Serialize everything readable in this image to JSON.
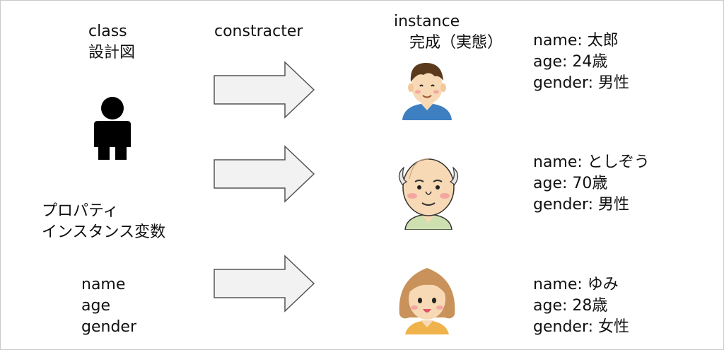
{
  "class_label": "class",
  "class_sub": "設計図",
  "constructor_label": "constracter",
  "instance_label": "instance",
  "instance_sub": "完成（実態）",
  "properties_line1": "プロパティ",
  "properties_line2": "インスタンス変数",
  "fields": [
    "name",
    "age",
    "gender"
  ],
  "instances": [
    {
      "avatar": "young-man-icon",
      "lines": [
        "name: 太郎",
        "age: 24歳",
        "gender: 男性"
      ]
    },
    {
      "avatar": "old-man-icon",
      "lines": [
        "name: としぞう",
        "age: 70歳",
        "gender: 男性"
      ]
    },
    {
      "avatar": "woman-icon",
      "lines": [
        "name: ゆみ",
        "age: 28歳",
        "gender: 女性"
      ]
    }
  ],
  "colors": {
    "arrow_fill": "#f2f2f2",
    "arrow_stroke": "#555555",
    "silhouette": "#000000",
    "young_shirt": "#3d7fc1",
    "young_hair": "#5a3a1a",
    "old_shirt": "#cfe0b0",
    "woman_hair": "#c8925a",
    "woman_shirt": "#f0b24a",
    "skin": "#f7d9b5"
  }
}
